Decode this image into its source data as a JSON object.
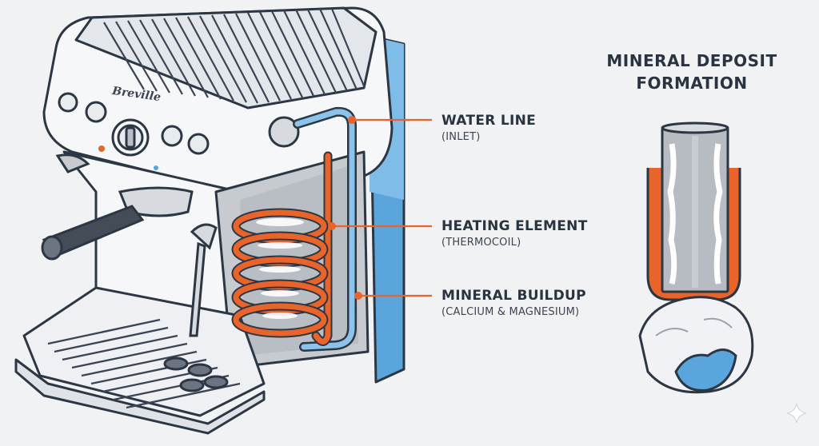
{
  "brand": "Breville",
  "callouts": [
    {
      "title": "WATER LINE",
      "subtitle": "(INLET)"
    },
    {
      "title": "HEATING ELEMENT",
      "subtitle": "(THERMOCOIL)"
    },
    {
      "title": "MINERAL BUILDUP",
      "subtitle": "(CALCIUM & MAGNESIUM)"
    }
  ],
  "panel": {
    "title_line1": "MINERAL DEPOSIT",
    "title_line2": "FORMATION"
  },
  "colors": {
    "accent": "#e8642a",
    "water": "#5aa5dc",
    "outline": "#2d3744",
    "body": "#f6f7f9"
  },
  "icons": {
    "corner": "sparkle-icon"
  }
}
